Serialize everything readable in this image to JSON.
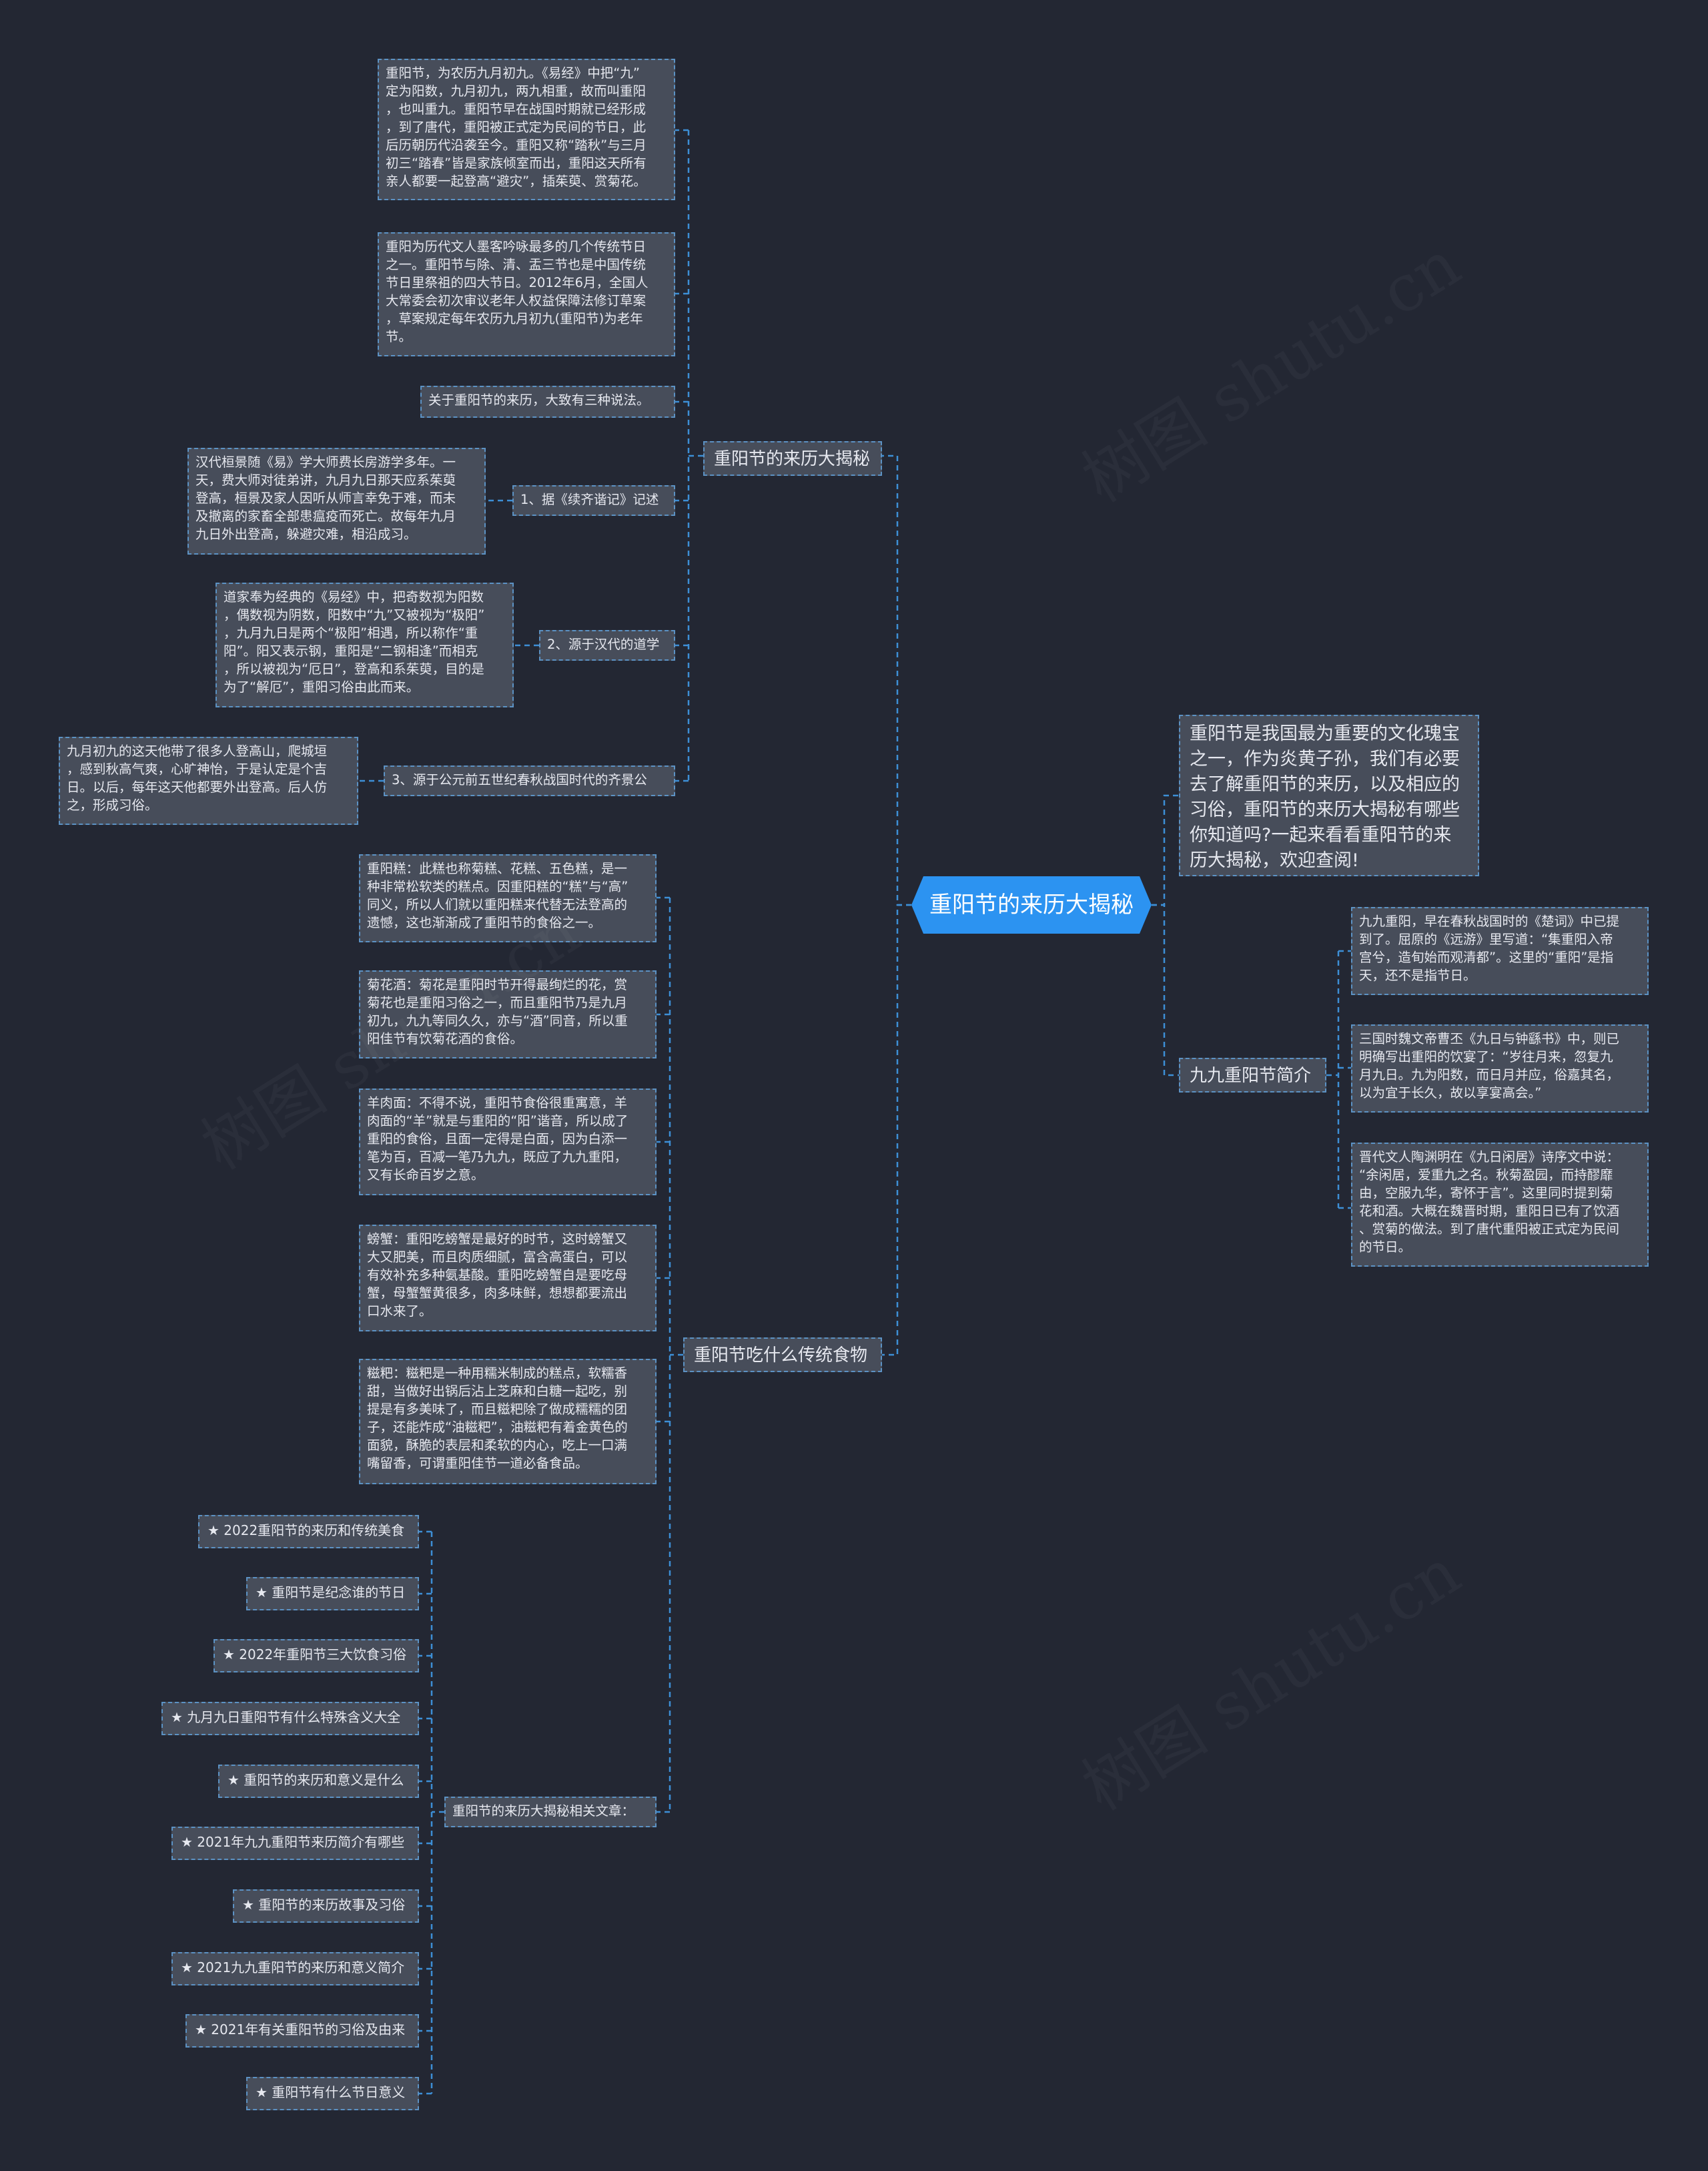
{
  "root": {
    "label": "重阳节的来历大揭秘"
  },
  "intro": {
    "text": "重阳节是我国最为重要的文化瑰宝之一，作为炎黄子孙，我们有必要去了解重阳节的来历，以及相应的习俗，重阳节的来历大揭秘有哪些你知道吗?一起来看看重阳节的来历大揭秘，欢迎查阅!"
  },
  "branches": {
    "origin": {
      "label": "重阳节的来历大揭秘",
      "p1": "重阳节，为农历九月初九。《易经》中把“九”\n定为阳数，九月初九，两九相重，故而叫重阳\n，也叫重九。重阳节早在战国时期就已经形成\n，到了唐代，重阳被正式定为民间的节日，此\n后历朝历代沿袭至今。重阳又称“踏秋”与三月\n初三“踏春”皆是家族倾室而出，重阳这天所有\n亲人都要一起登高“避灾”，插茱萸、赏菊花。",
      "p2": "重阳为历代文人墨客吟咏最多的几个传统节日\n之一。重阳节与除、清、盂三节也是中国传统\n节日里祭祖的四大节日。2012年6月，全国人\n大常委会初次审议老年人权益保障法修订草案\n，草案规定每年农历九月初九(重阳节)为老年\n节。",
      "p3": "关于重阳节的来历，大致有三种说法。",
      "s1": {
        "label": "1、据《续齐谐记》记述",
        "text": "汉代桓景随《易》学大师费长房游学多年。一\n天，费大师对徒弟讲，九月九日那天应系茱萸\n登高，桓景及家人因听从师言幸免于难，而未\n及撤离的家畜全部患瘟疫而死亡。故每年九月\n九日外出登高，躲避灾难，相沿成习。"
      },
      "s2": {
        "label": "2、源于汉代的道学",
        "text": "道家奉为经典的《易经》中，把奇数视为阳数\n，偶数视为阴数，阳数中“九”又被视为“极阳”\n，九月九日是两个“极阳”相遇，所以称作“重\n阳”。阳又表示钢，重阳是“二钢相逢”而相克\n，所以被视为“厄日”，登高和系茱萸，目的是\n为了“解厄”，重阳习俗由此而来。"
      },
      "s3": {
        "label": "3、源于公元前五世纪春秋战国时代的齐景公",
        "text": "九月初九的这天他带了很多人登高山，爬城垣\n，感到秋高气爽，心旷神怡，于是认定是个吉\n日。以后，每年这天他都要外出登高。后人仿\n之，形成习俗。"
      }
    },
    "food": {
      "label": "重阳节吃什么传统食物",
      "items": [
        "重阳糕：此糕也称菊糕、花糕、五色糕，是一\n种非常松软类的糕点。因重阳糕的“糕”与“高”\n同义，所以人们就以重阳糕来代替无法登高的\n遗憾，这也渐渐成了重阳节的食俗之一。",
        "菊花酒：菊花是重阳时节开得最绚烂的花，赏\n菊花也是重阳习俗之一，而且重阳节乃是九月\n初九，九九等同久久，亦与“酒”同音，所以重\n阳佳节有饮菊花酒的食俗。",
        "羊肉面：不得不说，重阳节食俗很重寓意，羊\n肉面的“羊”就是与重阳的“阳”谐音，所以成了\n重阳的食俗，且面一定得是白面，因为白添一\n笔为百，百减一笔乃九九，既应了九九重阳，\n又有长命百岁之意。",
        "螃蟹：重阳吃螃蟹是最好的时节，这时螃蟹又\n大又肥美，而且肉质细腻，富含高蛋白，可以\n有效补充多种氨基酸。重阳吃螃蟹自是要吃母\n蟹，母蟹蟹黄很多，肉多味鲜，想想都要流出\n口水来了。",
        "糍粑：糍粑是一种用糯米制成的糕点，软糯香\n甜，当做好出锅后沾上芝麻和白糖一起吃，别\n提是有多美味了，而且糍粑除了做成糯糯的团\n子，还能炸成“油糍粑”，油糍粑有着金黄色的\n面貌，酥脆的表层和柔软的内心，吃上一口满\n嘴留香，可谓重阳佳节一道必备食品。"
      ],
      "related": {
        "label": "重阳节的来历大揭秘相关文章：",
        "articles": [
          "★ 2022重阳节的来历和传统美食",
          "★ 重阳节是纪念谁的节日",
          "★ 2022年重阳节三大饮食习俗",
          "★ 九月九日重阳节有什么特殊含义大全",
          "★ 重阳节的来历和意义是什么",
          "★ 2021年九九重阳节来历简介有哪些",
          "★ 重阳节的来历故事及习俗",
          "★ 2021九九重阳节的来历和意义简介",
          "★ 2021年有关重阳节的习俗及由来",
          "★ 重阳节有什么节日意义"
        ]
      }
    },
    "intro99": {
      "label": "九九重阳节简介",
      "items": [
        "九九重阳，早在春秋战国时的《楚词》中已提\n到了。屈原的《远游》里写道：“集重阳入帝\n宫兮，造旬始而观清都”。这里的“重阳”是指\n天，还不是指节日。",
        "三国时魏文帝曹丕《九日与钟繇书》中，则已\n明确写出重阳的饮宴了：“岁往月来，忽复九\n月九日。九为阳数，而日月并应，俗嘉其名，\n以为宜于长久，故以享宴高会。”",
        "晋代文人陶渊明在《九日闲居》诗序文中说：\n“余闲居，爱重九之名。秋菊盈园，而持醪靡\n由，空服九华，寄怀于言”。这里同时提到菊\n花和酒。大概在魏晋时期，重阳日已有了饮酒\n、赏菊的做法。到了唐代重阳被正式定为民间\n的节日。"
      ]
    }
  },
  "watermark": "树图 shutu.cn"
}
